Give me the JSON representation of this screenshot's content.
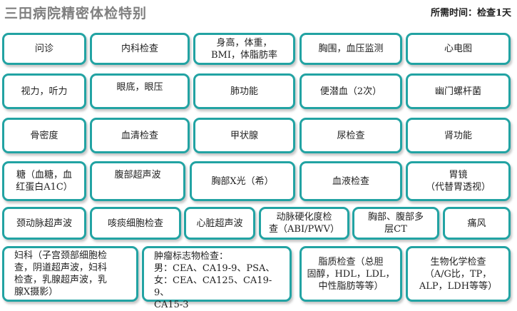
{
  "header": {
    "title": "三田病院精密体检特别",
    "duration": "所需时间：检查1天"
  },
  "items": [
    {
      "name": "item-consultation",
      "label": "问诊"
    },
    {
      "name": "item-internal-medicine",
      "label": "内科检查"
    },
    {
      "name": "item-height-weight",
      "label": "身高，体重，\nBMI，体脂肪率"
    },
    {
      "name": "item-chest-bp",
      "label": "胸围，血压监测"
    },
    {
      "name": "item-ecg",
      "label": "心电图"
    },
    {
      "name": "item-vision-hearing",
      "label": "视力，听力"
    },
    {
      "name": "item-fundus-eye-pressure",
      "label": "眼底，眼压"
    },
    {
      "name": "item-lung-function",
      "label": "肺功能"
    },
    {
      "name": "item-occult-blood",
      "label": "便潜血（2次）"
    },
    {
      "name": "item-helicobacter",
      "label": "幽门螺杆菌"
    },
    {
      "name": "item-bone-density",
      "label": "骨密度"
    },
    {
      "name": "item-serum-test",
      "label": "血清检查"
    },
    {
      "name": "item-thyroid",
      "label": "甲状腺"
    },
    {
      "name": "item-urine-test",
      "label": "尿检查"
    },
    {
      "name": "item-kidney-function",
      "label": "肾功能"
    },
    {
      "name": "item-blood-sugar",
      "label": "糖（血糖，血\n红蛋白A1C）"
    },
    {
      "name": "item-abdominal-ultrasound",
      "label": "腹部超声波"
    },
    {
      "name": "item-chest-xray",
      "label": "胸部X光（希）"
    },
    {
      "name": "item-blood-test",
      "label": "血液检查"
    },
    {
      "name": "item-gastroscopy",
      "label": "胃镜\n（代替胃透视）"
    },
    {
      "name": "item-carotid-ultrasound",
      "label": "颈动脉超声波"
    },
    {
      "name": "item-sputum-cytology",
      "label": "咳痰细胞检查"
    },
    {
      "name": "item-heart-ultrasound",
      "label": "心脏超声波"
    },
    {
      "name": "item-arteriosclerosis",
      "label": "动脉硬化度检\n查（ABI/PWV）"
    },
    {
      "name": "item-chest-abdomen-ct",
      "label": "胸部、腹部多\n层CT"
    },
    {
      "name": "item-gout",
      "label": "痛风"
    },
    {
      "name": "item-gynecology",
      "label": "妇科（子宫颈部细胞检\n查，阴道超声波，妇科\n检查，乳腺超声波，乳\n腺X摄影）"
    },
    {
      "name": "item-tumor-markers",
      "label": "肿瘤标志物检查：\n男：CEA、CA19-9、PSA、\n女：CEA、CA125、CA19-9、\nCA15-3"
    },
    {
      "name": "item-lipid-test",
      "label": "脂质检查（总胆\n固醇，HDL，LDL，\n中性脂肪等等）"
    },
    {
      "name": "item-biochemistry",
      "label": "生物化学检查\n（A/G比，TP，\nALP，LDH等等）"
    }
  ]
}
